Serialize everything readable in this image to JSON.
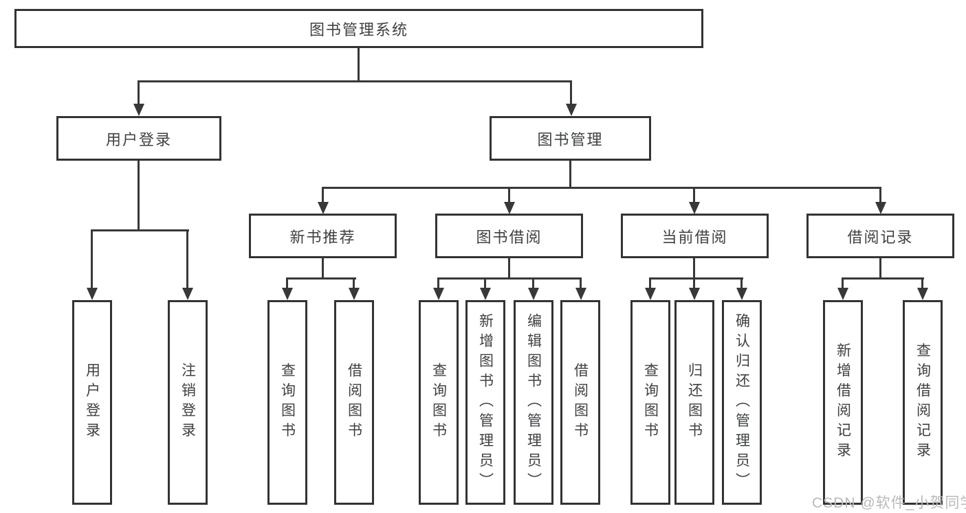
{
  "diagram": {
    "root": {
      "label": "图书管理系统"
    },
    "branches": [
      {
        "label": "用户登录",
        "children": [
          {
            "label": "用户登录"
          },
          {
            "label": "注销登录"
          }
        ]
      },
      {
        "label": "图书管理",
        "children": [
          {
            "label": "新书推荐",
            "children": [
              {
                "label": "查询图书"
              },
              {
                "label": "借阅图书"
              }
            ]
          },
          {
            "label": "图书借阅",
            "children": [
              {
                "label": "查询图书"
              },
              {
                "label": "新增图书（管理员）"
              },
              {
                "label": "编辑图书（管理员）"
              },
              {
                "label": "借阅图书"
              }
            ]
          },
          {
            "label": "当前借阅",
            "children": [
              {
                "label": "查询图书"
              },
              {
                "label": "归还图书"
              },
              {
                "label": "确认归还（管理员）"
              }
            ]
          },
          {
            "label": "借阅记录",
            "children": [
              {
                "label": "新增借阅记录"
              },
              {
                "label": "查询借阅记录"
              }
            ]
          }
        ]
      }
    ]
  },
  "watermark": {
    "text": "CSDN @软件_小贺同学"
  },
  "colors": {
    "line": "#383838",
    "box_border": "#333333",
    "text": "#3e4144",
    "watermark": "#b9b9b9",
    "background": "#ffffff"
  }
}
